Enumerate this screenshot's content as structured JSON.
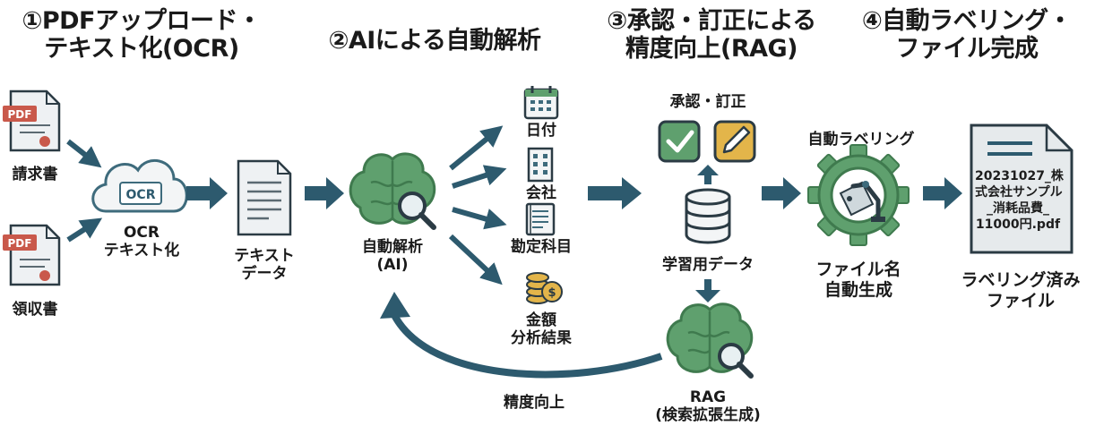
{
  "steps": [
    {
      "line1": "①PDFアップロード・",
      "line2": "テキスト化(OCR)"
    },
    {
      "line1": "②AIによる自動解析",
      "line2": ""
    },
    {
      "line1": "③承認・訂正による",
      "line2": "精度向上(RAG)"
    },
    {
      "line1": "④自動ラベリング・",
      "line2": "ファイル完成"
    }
  ],
  "doc_badge": "PDF",
  "inputs": {
    "invoice": "請求書",
    "receipt": "領収書"
  },
  "ocr": {
    "icon_text": "OCR",
    "line1": "OCR",
    "line2": "テキスト化"
  },
  "text_data": {
    "line1": "テキスト",
    "line2": "データ"
  },
  "ai": {
    "line1": "自動解析",
    "line2": "(AI)"
  },
  "results": {
    "date": "日付",
    "company": "会社",
    "account": "勘定科目",
    "amount_line1": "金額",
    "amount_line2": "分析結果",
    "coin_symbol": "$"
  },
  "approval": {
    "title": "承認・訂正"
  },
  "training": {
    "label": "学習用データ"
  },
  "rag": {
    "line1": "RAG",
    "line2": "(検索拡張生成)"
  },
  "feedback": {
    "label": "精度向上"
  },
  "labeling": {
    "title": "自動ラベリング",
    "line1": "ファイル名",
    "line2": "自動生成"
  },
  "output": {
    "filename_lines": [
      "20231027_株",
      "式会社サンプル",
      "_消耗品費_",
      "11000円.pdf"
    ],
    "line1": "ラベリング済み",
    "line2": "ファイル"
  },
  "colors": {
    "arrow": "#2d5a6e",
    "green": "#5fa06e",
    "green_dark": "#3f7a4e",
    "teal": "#3e6b7c",
    "pdf_red": "#c9594b",
    "pencil_gold": "#e3b54a",
    "doc_bg": "#eef1f3"
  }
}
